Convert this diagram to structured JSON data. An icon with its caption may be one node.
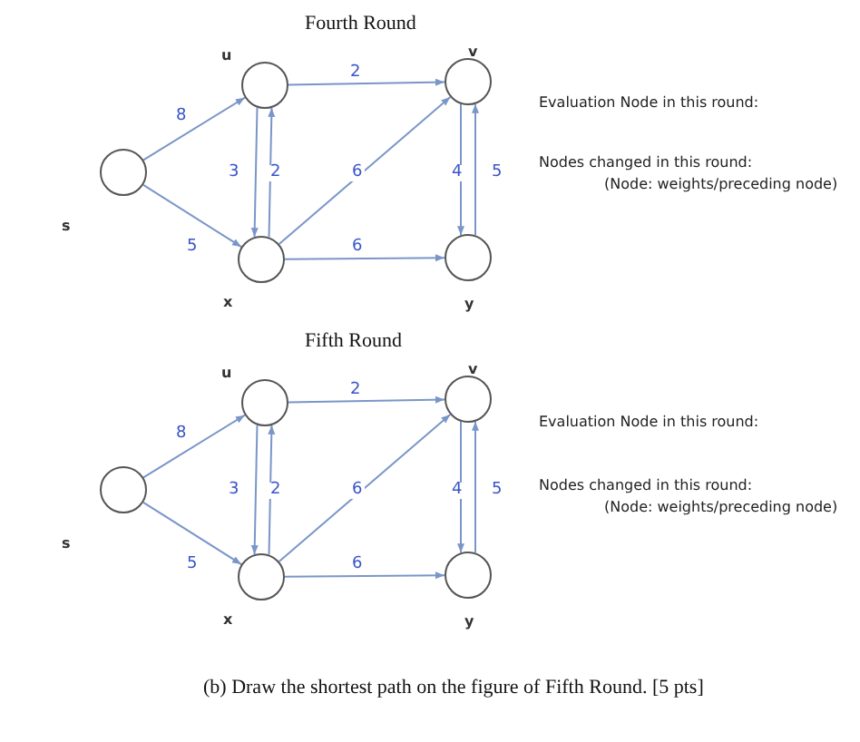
{
  "diagram": {
    "caption": "(b) Draw the shortest path on the figure of Fifth Round. [5 pts]",
    "nodes": [
      {
        "text": [],
        "shape": "circle",
        "beside": [
          "s"
        ]
      },
      {
        "text": [],
        "shape": "circle",
        "beside": [
          "u"
        ]
      },
      {
        "text": [],
        "shape": "circle",
        "beside": [
          "v"
        ]
      },
      {
        "text": [],
        "shape": "circle",
        "beside": [
          "x"
        ]
      },
      {
        "text": [],
        "shape": "circle",
        "beside": [
          "y"
        ]
      },
      {
        "text": [],
        "shape": "circle",
        "beside": [
          "s"
        ]
      },
      {
        "text": [],
        "shape": "circle",
        "beside": [
          "u"
        ]
      },
      {
        "text": [],
        "shape": "circle",
        "beside": [
          "v"
        ]
      },
      {
        "text": [],
        "shape": "circle",
        "beside": [
          "x"
        ]
      },
      {
        "text": [],
        "shape": "circle",
        "beside": [
          "y"
        ]
      }
    ],
    "edges": [
      {
        "from": 0,
        "to": 1,
        "arrow": "to",
        "label": "8"
      },
      {
        "from": 0,
        "to": 3,
        "arrow": "to",
        "label": "5"
      },
      {
        "from": 1,
        "to": 2,
        "arrow": "to",
        "label": "2"
      },
      {
        "from": 1,
        "to": 3,
        "arrow": "to",
        "label": "3"
      },
      {
        "from": 3,
        "to": 1,
        "arrow": "to",
        "label": "2"
      },
      {
        "from": 3,
        "to": 2,
        "arrow": "to",
        "label": "6"
      },
      {
        "from": 3,
        "to": 4,
        "arrow": "to",
        "label": "6"
      },
      {
        "from": 2,
        "to": 4,
        "arrow": "to",
        "label": "4"
      },
      {
        "from": 4,
        "to": 2,
        "arrow": "to",
        "label": "5"
      },
      {
        "from": 5,
        "to": 6,
        "arrow": "to",
        "label": "8"
      },
      {
        "from": 5,
        "to": 8,
        "arrow": "to",
        "label": "5"
      },
      {
        "from": 6,
        "to": 7,
        "arrow": "to",
        "label": "2"
      },
      {
        "from": 6,
        "to": 8,
        "arrow": "to",
        "label": "3"
      },
      {
        "from": 8,
        "to": 6,
        "arrow": "to",
        "label": "2"
      },
      {
        "from": 8,
        "to": 7,
        "arrow": "to",
        "label": "6"
      },
      {
        "from": 8,
        "to": 9,
        "arrow": "to",
        "label": "6"
      },
      {
        "from": 7,
        "to": 9,
        "arrow": "to",
        "label": "4"
      },
      {
        "from": 9,
        "to": 7,
        "arrow": "to",
        "label": "5"
      }
    ],
    "labels": [
      "Fourth Round",
      "Evaluation Node in this round:",
      "Nodes changed in this round:",
      "(Node: weights/preceding node)",
      "Fifth Round",
      "Evaluation Node in this round:",
      "Nodes changed in this round:",
      "(Node: weights/preceding node)"
    ]
  }
}
